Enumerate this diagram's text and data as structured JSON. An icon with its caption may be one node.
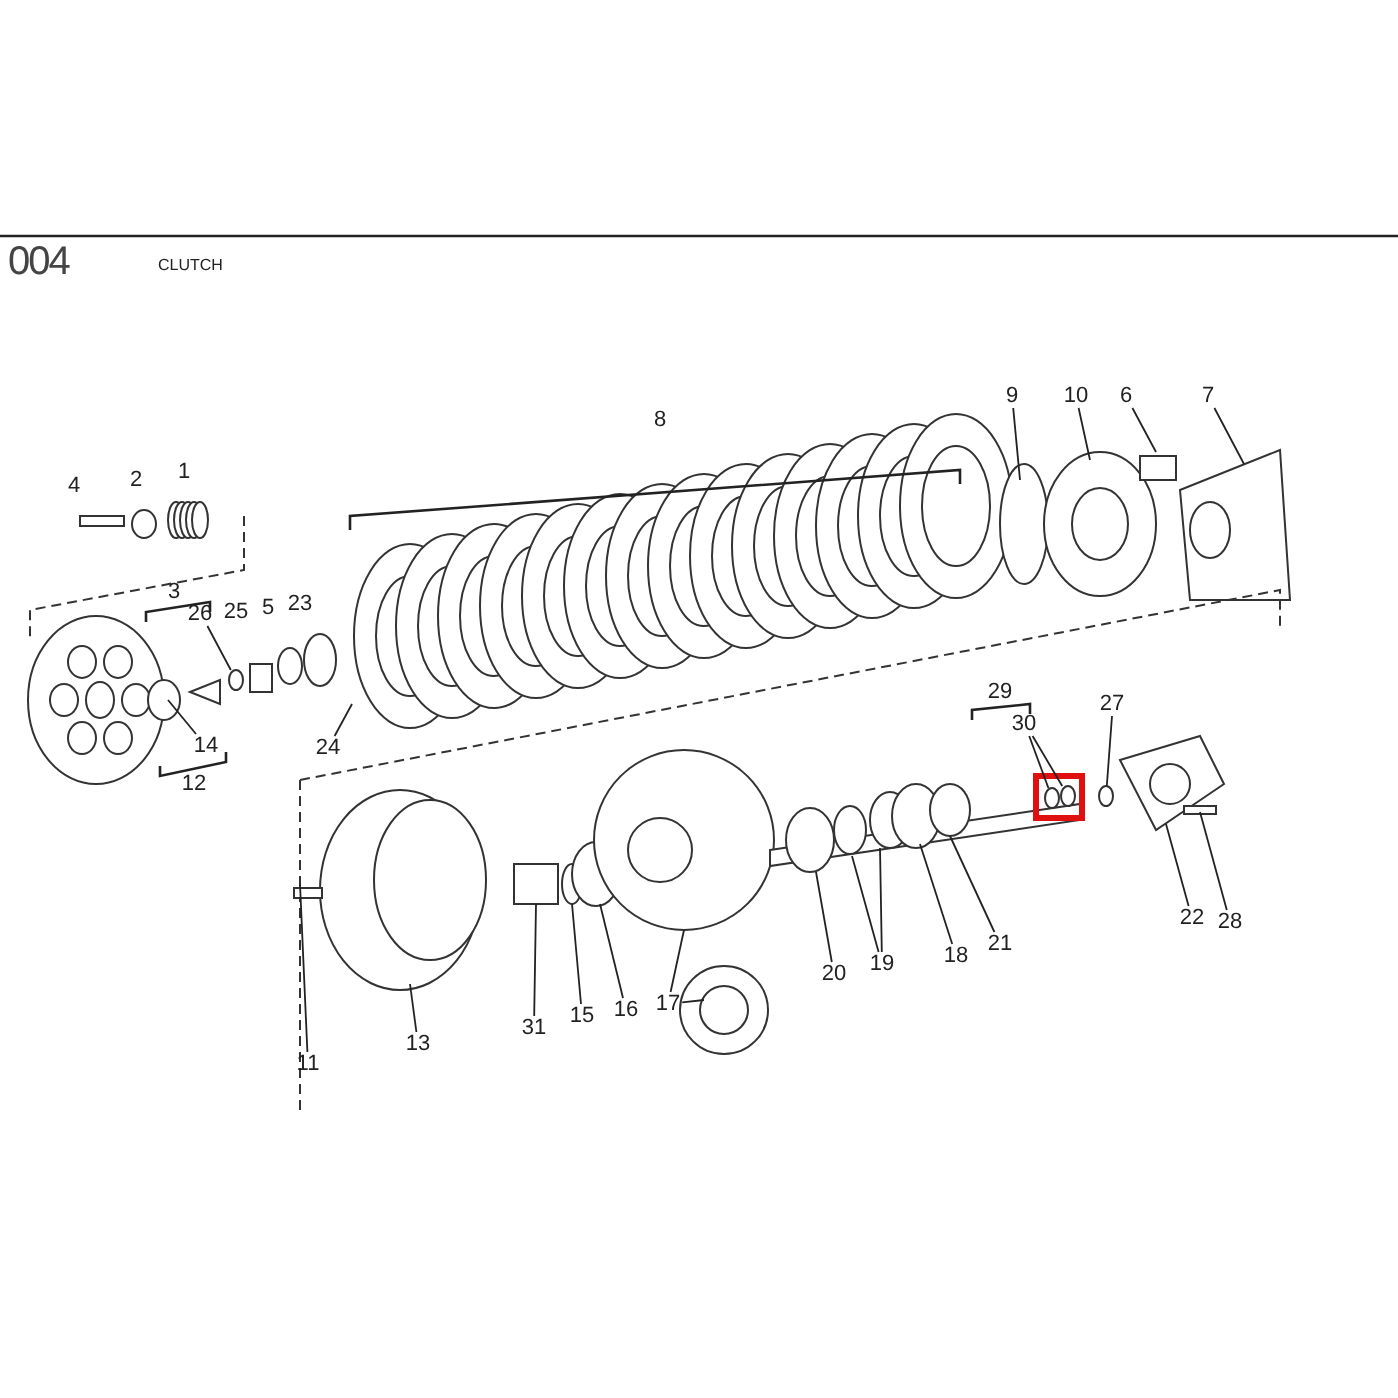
{
  "diagram": {
    "title": "004",
    "nodes": [
      {
        "text": [
          "9"
        ]
      },
      {
        "text": [
          "10"
        ]
      },
      {
        "text": [
          "6"
        ]
      },
      {
        "text": [
          "7"
        ]
      },
      {
        "text": [
          "26"
        ]
      },
      {
        "text": [
          "14"
        ]
      },
      {
        "text": [
          "24"
        ]
      },
      {
        "text": [
          "30"
        ]
      },
      {
        "text": [
          "27"
        ]
      },
      {
        "text": [
          "11"
        ]
      },
      {
        "text": [
          "13"
        ]
      },
      {
        "text": [
          "31"
        ]
      },
      {
        "text": [
          "15"
        ]
      },
      {
        "text": [
          "16"
        ]
      },
      {
        "text": [
          "17"
        ]
      },
      {
        "text": [
          "20"
        ]
      },
      {
        "text": [
          "19"
        ]
      },
      {
        "text": [
          "18"
        ]
      },
      {
        "text": [
          "21"
        ]
      },
      {
        "text": [
          "22"
        ]
      },
      {
        "text": [
          "28"
        ]
      },
      {
        "text": [],
        "shape": "circle"
      },
      {
        "text": [],
        "shape": "circle"
      },
      {
        "text": [],
        "shape": "circle"
      },
      {
        "text": [],
        "shape": "circle"
      }
    ],
    "edges": [
      {
        "from": 0,
        "to": null,
        "arrow": "none"
      },
      {
        "from": 1,
        "to": null,
        "arrow": "none"
      },
      {
        "from": 2,
        "to": null,
        "arrow": "none"
      },
      {
        "from": 3,
        "to": null,
        "arrow": "none"
      },
      {
        "from": 4,
        "to": 21,
        "arrow": "none"
      },
      {
        "from": 5,
        "to": null,
        "arrow": "none"
      },
      {
        "from": 6,
        "to": null,
        "arrow": "none"
      },
      {
        "from": 7,
        "to": 22,
        "arrow": "none"
      },
      {
        "from": 7,
        "to": 23,
        "arrow": "none"
      },
      {
        "from": 8,
        "to": 24,
        "arrow": "none"
      },
      {
        "from": 9,
        "to": null,
        "arrow": "none"
      },
      {
        "from": 10,
        "to": null,
        "arrow": "none"
      },
      {
        "from": 11,
        "to": null,
        "arrow": "none"
      },
      {
        "from": 12,
        "to": null,
        "arrow": "none"
      },
      {
        "from": 13,
        "to": null,
        "arrow": "none"
      },
      {
        "from": 14,
        "to": null,
        "arrow": "none"
      },
      {
        "from": 14,
        "to": null,
        "arrow": "none"
      },
      {
        "from": 15,
        "to": null,
        "arrow": "none"
      },
      {
        "from": 16,
        "to": null,
        "arrow": "none"
      },
      {
        "from": 16,
        "to": null,
        "arrow": "none"
      },
      {
        "from": 17,
        "to": null,
        "arrow": "none"
      },
      {
        "from": 18,
        "to": null,
        "arrow": "none"
      },
      {
        "from": 19,
        "to": null,
        "arrow": "none"
      },
      {
        "from": 20,
        "to": null,
        "arrow": "none"
      }
    ],
    "labels": [
      "CLUTCH",
      "4",
      "2",
      "1",
      "8",
      "3",
      "25",
      "5",
      "23",
      "12",
      "29"
    ]
  }
}
